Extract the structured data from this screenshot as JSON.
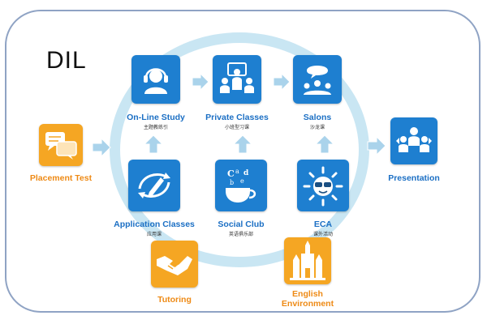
{
  "title": "DIL",
  "colors": {
    "blue_tile": "#1e7fd0",
    "orange_tile": "#f5a623",
    "ring": "#c9e6f3",
    "arrow": "#aad3eb",
    "frame": "#8fa3c4"
  },
  "nodes": {
    "online_study": {
      "label": "On-Line Study",
      "sub": "主题教练引",
      "icon": "headset-person-icon"
    },
    "private_classes": {
      "label": "Private Classes",
      "sub": "小班型习课",
      "icon": "class-group-icon"
    },
    "salons": {
      "label": "Salons",
      "sub": "沙龙课",
      "icon": "salon-group-icon"
    },
    "placement_test": {
      "label": "Placement Test",
      "icon": "chat-bubbles-icon"
    },
    "presentation": {
      "label": "Presentation",
      "icon": "presentation-group-icon"
    },
    "application_classes": {
      "label": "Application Classes",
      "sub": "应用课",
      "icon": "pen-swoosh-icon"
    },
    "social_club": {
      "label": "Social Club",
      "sub": "英语俱乐部",
      "icon": "letter-cup-icon"
    },
    "eca": {
      "label": "ECA",
      "sub": "课外活动",
      "icon": "sun-glasses-icon"
    },
    "tutoring": {
      "label": "Tutoring",
      "icon": "handshake-icon"
    },
    "english_environment": {
      "label": "English Environment",
      "icon": "castle-icon"
    }
  }
}
